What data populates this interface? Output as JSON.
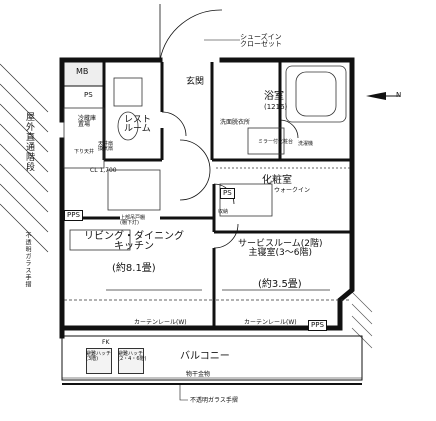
{
  "labels": {
    "shoes_in_closet": "シューズイン\nクローゼット",
    "mb": "MB",
    "ps_top": "PS",
    "genkan": "玄関",
    "yokushitsu": "浴室",
    "yokushitsu_size": "(1216)",
    "rest_room": "レスト\nルーム",
    "senmen": "洗面脱衣所",
    "reizouko": "冷蔵庫\n置場",
    "tenjo_kanki": "天井扇\n換気扇",
    "ue_tenjo": "下り天井",
    "cl": "CL 1,700",
    "keshoushitsu": "化粧室",
    "mirror": "ミラー付化粧台",
    "washer": "洗濯機",
    "walkin": "ウォークイン",
    "ps_mid": "PS",
    "pps_left": "PPS",
    "pps_right": "PPS",
    "shunou": "収納",
    "joubu": "上部吊戸棚\n(棚下灯)",
    "ldk": "リビング・ダイニング\nキッチン",
    "ldk_size": "(約8.1畳)",
    "service_room": "サービスルーム(2階)\n主寝室(3〜6階)",
    "service_size": "(約3.5畳)",
    "curtain_left": "カーテンレール(W)",
    "curtain_right": "カーテンレール(W)",
    "balcony": "バルコニー",
    "monohoshi": "物干金物",
    "futoumei": "不透明ガラス手摺",
    "okugai": "屋外直通階段",
    "futoumei_side": "不透明ガラス手摺",
    "fk": "FK",
    "hatch_left": "避難ハッチ\n(3階)",
    "hatch_right": "避難ハッチ\n(2・4・6階)",
    "compass_n": "N"
  }
}
